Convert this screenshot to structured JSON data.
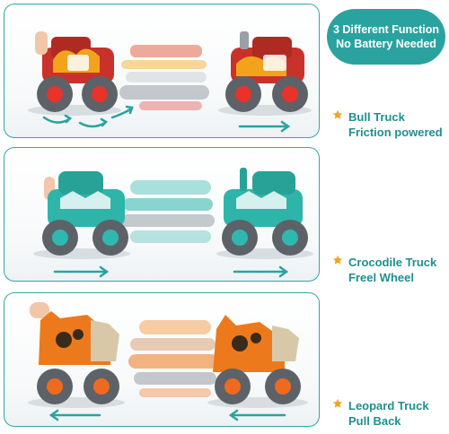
{
  "badge": {
    "line1": "3 Different Function",
    "line2": "No Battery Needed"
  },
  "features": [
    {
      "title": "Bull Truck",
      "subtitle": "Friction powered",
      "icon": "star-icon"
    },
    {
      "title": "Crocodile Truck",
      "subtitle": "Freel Wheel",
      "icon": "star-icon"
    },
    {
      "title": "Leopard Truck",
      "subtitle": "Pull Back",
      "icon": "star-icon"
    }
  ],
  "panels": [
    {
      "truck": "bull-truck",
      "body_color": "#c8322a",
      "rim_color": "#e8322a",
      "arrow": "right"
    },
    {
      "truck": "crocodile-truck",
      "body_color": "#2fb4aa",
      "rim_color": "#2fb8b0",
      "arrow": "right"
    },
    {
      "truck": "leopard-truck",
      "body_color": "#ec7a1c",
      "rim_color": "#ef6a1f",
      "arrow": "left"
    }
  ],
  "colors": {
    "accent": "#2aa3a0",
    "star": "#f2a31b",
    "tire": "#5d6268"
  }
}
